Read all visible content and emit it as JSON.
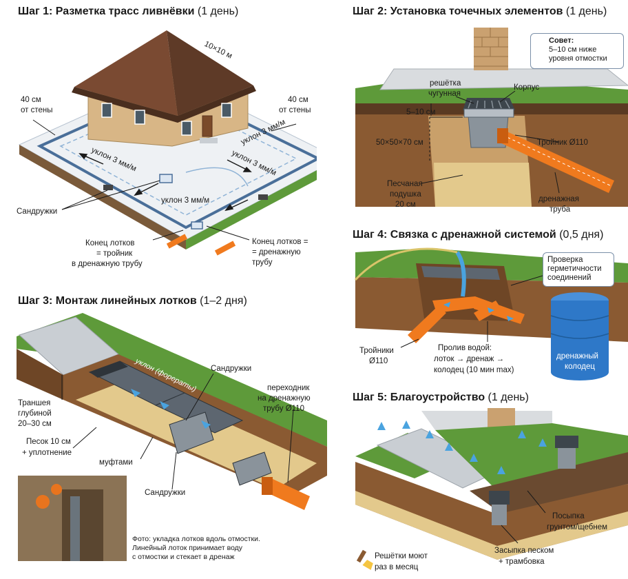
{
  "step1": {
    "title": "Шаг 1: Разметка трасс ливнёвки",
    "duration": "(1 день)",
    "house_size": "10×10 м",
    "label_wall_left_1": "40 см",
    "label_wall_left_2": "от стены",
    "label_wall_right_1": "40 см",
    "label_wall_right_2": "от стены",
    "slope_1": "уклон 3 мм/м",
    "slope_2": "уклон 3 мм/м",
    "slope_3": "уклон 3 мм/м",
    "slope_4": "уклон 3 мм/м",
    "sandtraps": "Сандружки",
    "end_tee_1": "Конец лотков",
    "end_tee_2": "= тройник",
    "end_tee_3": "в дренажную трубу",
    "end_pipe_1": "Конец лотков =",
    "end_pipe_2": "= дренажную",
    "end_pipe_3": "трубу"
  },
  "step2": {
    "title": "Шаг 2: Установка точечных элементов",
    "duration": "(1 день)",
    "tip_title": "Совет:",
    "tip_text_1": "5–10 см ниже",
    "tip_text_2": "уровня отмостки",
    "grate_1": "решётка",
    "grate_2": "чугунная",
    "body": "Корпус",
    "depth_small": "5–10 см",
    "pit_size": "50×50×70 см",
    "tee": "Тройник Ø110",
    "sand_1": "Песчаная",
    "sand_2": "подушка",
    "sand_3": "20 см",
    "drain_1": "дренажная",
    "drain_2": "труба"
  },
  "step3": {
    "title": "Шаг 3: Монтаж линейных лотков",
    "duration": "(1–2 дня)",
    "slope_text": "уклон (форераты)",
    "sandtraps_top": "Сандружки",
    "adapter_1": "переходник",
    "adapter_2": "на дренажную",
    "adapter_3": "трубу Ø110",
    "trench_1": "Траншея",
    "trench_2": "глубиной",
    "trench_3": "20–30 см",
    "sand_1": "Песок 10 см",
    "sand_2": "+ уплотнение",
    "couplings": "муфтами",
    "sandtraps_bottom": "Сандружки",
    "photo_caption_1": "Фото: укладка лотков вдоль отмостки.",
    "photo_caption_2": "Линейный лоток принимает воду",
    "photo_caption_3": "с отмостки и стекает в дренаж"
  },
  "step4": {
    "title": "Шаг 4: Связка с дренажной системой",
    "duration": "(0,5 дня)",
    "check_1": "Проверка",
    "check_2": "герметичности",
    "check_3": "соединений",
    "tees_1": "Тройники",
    "tees_2": "Ø110",
    "flush_1": "Пролив водой:",
    "flush_2": "лоток → дренаж →",
    "flush_3": "колодец (10 мин max)",
    "well_1": "дренажный",
    "well_2": "колодец"
  },
  "step5": {
    "title": "Шаг 5: Благоустройство",
    "duration": "(1 день)",
    "fill_1": "Посыпка",
    "fill_2": "грунтом/щебнем",
    "grates_1": "Решётки моют",
    "grates_2": "раз в месяц",
    "sand_1": "Засыпка песком",
    "sand_2": "+ трамбовка"
  },
  "colors": {
    "grass": "#5e9a3a",
    "soil": "#8a5a32",
    "sand": "#e3c98c",
    "pipe": "#f07a1e",
    "tray": "#5d6670",
    "water": "#4aa3df",
    "well": "#2e78c8",
    "slab": "#e8eaec",
    "roof": "#7a4a32",
    "wall": "#d9b98a"
  }
}
